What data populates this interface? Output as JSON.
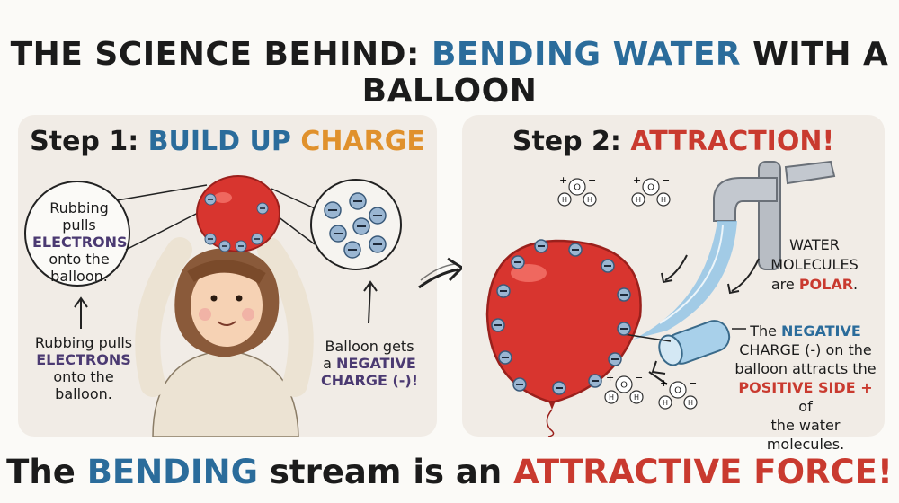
{
  "title": {
    "part1": "THE SCIENCE BEHIND: ",
    "part2": "BENDING WATER",
    "part3": " WITH A BALLOON"
  },
  "step1": {
    "label": "Step 1: ",
    "word1": "BUILD UP",
    "word2": "CHARGE",
    "bubble": {
      "line1": "Rubbing pulls",
      "line2": "ELECTRONS",
      "line3": "onto the",
      "line4": "balloon."
    },
    "note_left": {
      "line1": "Rubbing pulls",
      "line2": "ELECTRONS",
      "line3": "onto the",
      "line4": "balloon."
    },
    "note_right": {
      "line1": "Balloon gets",
      "line2a": "a ",
      "line2b": "NEGATIVE",
      "line3": "CHARGE (-)!"
    }
  },
  "step2": {
    "label": "Step 2: ",
    "word": "ATTRACTION!",
    "polar_note": {
      "line1": "WATER",
      "line2": "MOLECULES",
      "line3a": "are ",
      "line3b": "POLAR",
      "line3c": "."
    },
    "attract_note": {
      "line1a": "The ",
      "line1b": "NEGATIVE",
      "line2": "CHARGE (-) on the",
      "line3": "balloon attracts the",
      "line4a": "POSITIVE SIDE +",
      "line4b": " of",
      "line5": "the water molecules."
    },
    "molecule_labels": {
      "oxygen": "O",
      "hydrogen": "H",
      "plus": "+",
      "minus": "−"
    }
  },
  "bottom": {
    "part1": "The ",
    "part2": "BENDING",
    "part3": " stream is an ",
    "part4": "ATTRACTIVE FORCE!"
  },
  "colors": {
    "blue": "#2b6c9b",
    "red": "#c93a2f",
    "orange": "#e0912c",
    "purple": "#4b3a72",
    "balloon": "#d8352f",
    "panel": "#f1ece6"
  },
  "icons": [
    "balloon-icon",
    "child-illustration",
    "electron-icon",
    "faucet-icon",
    "water-molecule-icon",
    "arrow-icon"
  ]
}
